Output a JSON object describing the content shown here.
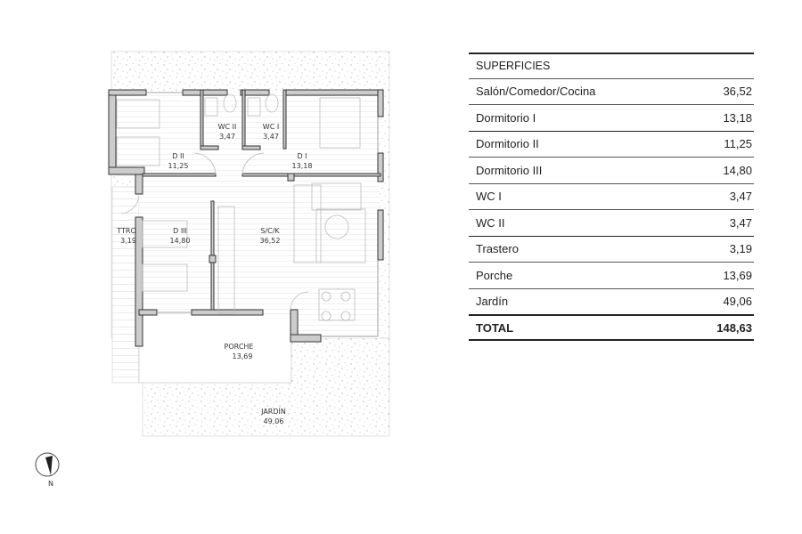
{
  "floor_plan": {
    "rooms": [
      {
        "code": "WC II",
        "area": "3,47"
      },
      {
        "code": "WC I",
        "area": "3,47"
      },
      {
        "code": "D II",
        "area": "11,25"
      },
      {
        "code": "D I",
        "area": "13,18"
      },
      {
        "code": "TTRO",
        "area": "3,19"
      },
      {
        "code": "D III",
        "area": "14,80"
      },
      {
        "code": "S/C/K",
        "area": "36,52"
      },
      {
        "code": "PORCHE",
        "area": "13,69"
      },
      {
        "code": "JARDÍN",
        "area": "49,06"
      }
    ],
    "compass": {
      "label": "N",
      "icon": "north-arrow-icon"
    }
  },
  "table": {
    "header": "SUPERFICIES",
    "rows": [
      {
        "name": "Salón/Comedor/Cocina",
        "value": "36,52"
      },
      {
        "name": "Dormitorio I",
        "value": "13,18"
      },
      {
        "name": "Dormitorio II",
        "value": "11,25"
      },
      {
        "name": "Dormitorio III",
        "value": "14,80"
      },
      {
        "name": "WC I",
        "value": "3,47"
      },
      {
        "name": "WC II",
        "value": "3,47"
      },
      {
        "name": "Trastero",
        "value": "3,19"
      },
      {
        "name": "Porche",
        "value": "13,69"
      },
      {
        "name": "Jardín",
        "value": "49,06"
      }
    ],
    "total": {
      "name": "TOTAL",
      "value": "148,63"
    }
  }
}
